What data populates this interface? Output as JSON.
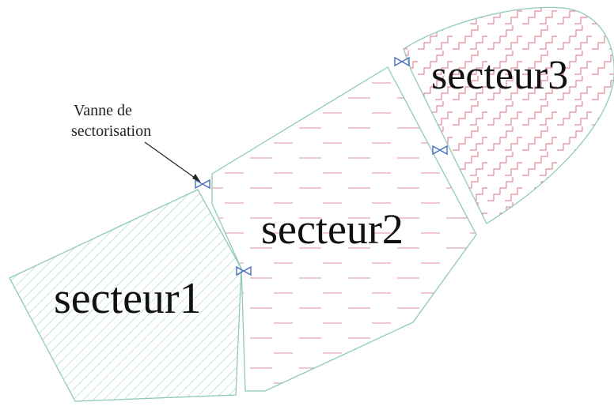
{
  "diagram": {
    "sectors": [
      {
        "id": "secteur1",
        "label": "secteur1",
        "fill_pattern": "diagonal-hatch",
        "outline_color": "#7fc4b0",
        "pattern_color": "#7fc4b0"
      },
      {
        "id": "secteur2",
        "label": "secteur2",
        "fill_pattern": "horizontal-dashes",
        "outline_color": "#7fc4b0",
        "pattern_color": "#e0a0a8"
      },
      {
        "id": "secteur3",
        "label": "secteur3",
        "fill_pattern": "zigzag-steps",
        "outline_color": "#7fc4b0",
        "pattern_color": "#e07a8a"
      }
    ],
    "annotation": {
      "line1": "Vanne de",
      "line2": "sectorisation"
    },
    "valves": {
      "icon": "valve-icon",
      "count": 4,
      "color": "#4a6fc0"
    }
  }
}
